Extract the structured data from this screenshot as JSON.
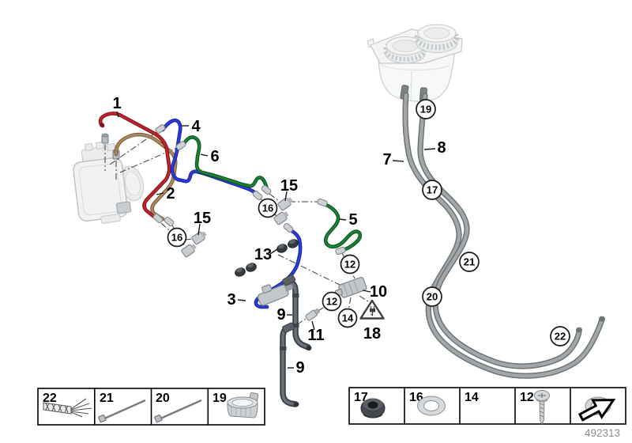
{
  "figure_number": "492313",
  "plain_callouts": [
    "1",
    "4",
    "6",
    "2",
    "15",
    "15",
    "13",
    "5",
    "3",
    "10",
    "9",
    "11",
    "9",
    "18",
    "7",
    "8"
  ],
  "circled_callouts": [
    "16",
    "16",
    "12",
    "12",
    "14",
    "19",
    "17",
    "21",
    "20",
    "22"
  ],
  "legend_left": [
    {
      "label": "22",
      "icon": "braided-sleeve-icon"
    },
    {
      "label": "21",
      "icon": "cable-tie-icon"
    },
    {
      "label": "20",
      "icon": "cable-tie-icon"
    },
    {
      "label": "19",
      "icon": "clamp-icon"
    }
  ],
  "legend_right": [
    {
      "label": "17",
      "icon": "grommet-icon"
    },
    {
      "label": "16",
      "icon": "washer-icon"
    },
    {
      "label": "14",
      "icon": "screw-icon"
    },
    {
      "label": "12",
      "icon": "washer-icon"
    }
  ],
  "legend_arrow_icon": "continuation-arrow-icon",
  "colors": {
    "pipe_red": "#c0242c",
    "pipe_brown": "#ac8a60",
    "pipe_blue": "#2b3cd8",
    "pipe_green": "#1a8035",
    "hose_gray": "#a2a8aa",
    "figure_number_gray": "#8d8d8d"
  }
}
